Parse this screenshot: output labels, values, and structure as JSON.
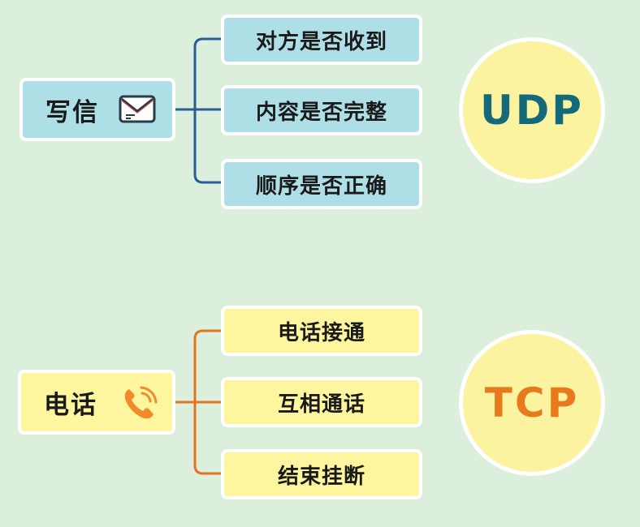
{
  "colors": {
    "background": "#dcefdc",
    "udp_line": "#2a5c96",
    "tcp_line": "#e0771f",
    "udp_text": "#14697a",
    "tcp_text": "#e87a1e",
    "blue_box": "#aedfe6",
    "yellow_box": "#fdf69f",
    "circle": "#fbf39f"
  },
  "udp": {
    "main_label": "写信",
    "icon": "envelope-icon",
    "items": [
      "对方是否收到",
      "内容是否完整",
      "顺序是否正确"
    ],
    "protocol": "UDP"
  },
  "tcp": {
    "main_label": "电话",
    "icon": "phone-icon",
    "items": [
      "电话接通",
      "互相通话",
      "结束挂断"
    ],
    "protocol": "TCP"
  }
}
